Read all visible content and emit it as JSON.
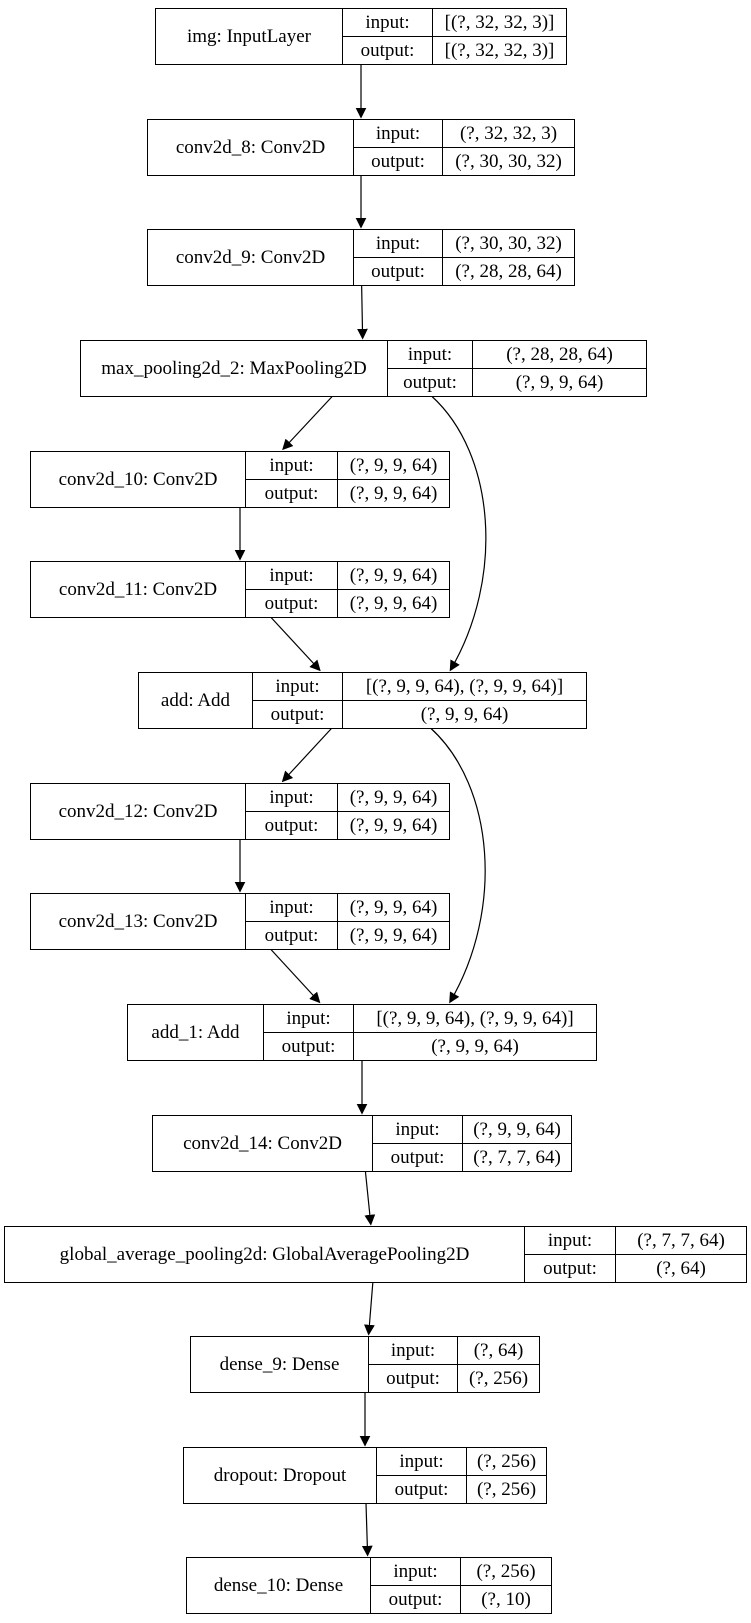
{
  "diagram": {
    "kind": "keras-model-graph",
    "colors": {
      "border": "#000000",
      "background": "#ffffff",
      "text": "#000000",
      "edge": "#000000"
    },
    "row_labels": {
      "input": "input:",
      "output": "output:"
    },
    "nodes": [
      {
        "id": "img",
        "label": "img: InputLayer",
        "input": "[(?, 32, 32, 3)]",
        "output": "[(?, 32, 32, 3)]"
      },
      {
        "id": "conv2d_8",
        "label": "conv2d_8: Conv2D",
        "input": "(?, 32, 32, 3)",
        "output": "(?, 30, 30, 32)"
      },
      {
        "id": "conv2d_9",
        "label": "conv2d_9: Conv2D",
        "input": "(?, 30, 30, 32)",
        "output": "(?, 28, 28, 64)"
      },
      {
        "id": "max_pooling2d_2",
        "label": "max_pooling2d_2: MaxPooling2D",
        "input": "(?, 28, 28, 64)",
        "output": "(?, 9, 9, 64)"
      },
      {
        "id": "conv2d_10",
        "label": "conv2d_10: Conv2D",
        "input": "(?, 9, 9, 64)",
        "output": "(?, 9, 9, 64)"
      },
      {
        "id": "conv2d_11",
        "label": "conv2d_11: Conv2D",
        "input": "(?, 9, 9, 64)",
        "output": "(?, 9, 9, 64)"
      },
      {
        "id": "add",
        "label": "add: Add",
        "input": "[(?, 9, 9, 64), (?, 9, 9, 64)]",
        "output": "(?, 9, 9, 64)"
      },
      {
        "id": "conv2d_12",
        "label": "conv2d_12: Conv2D",
        "input": "(?, 9, 9, 64)",
        "output": "(?, 9, 9, 64)"
      },
      {
        "id": "conv2d_13",
        "label": "conv2d_13: Conv2D",
        "input": "(?, 9, 9, 64)",
        "output": "(?, 9, 9, 64)"
      },
      {
        "id": "add_1",
        "label": "add_1: Add",
        "input": "[(?, 9, 9, 64), (?, 9, 9, 64)]",
        "output": "(?, 9, 9, 64)"
      },
      {
        "id": "conv2d_14",
        "label": "conv2d_14: Conv2D",
        "input": "(?, 9, 9, 64)",
        "output": "(?, 7, 7, 64)"
      },
      {
        "id": "global_average_pooling2d",
        "label": "global_average_pooling2d: GlobalAveragePooling2D",
        "input": "(?, 7, 7, 64)",
        "output": "(?, 64)"
      },
      {
        "id": "dense_9",
        "label": "dense_9: Dense",
        "input": "(?, 64)",
        "output": "(?, 256)"
      },
      {
        "id": "dropout",
        "label": "dropout: Dropout",
        "input": "(?, 256)",
        "output": "(?, 256)"
      },
      {
        "id": "dense_10",
        "label": "dense_10: Dense",
        "input": "(?, 256)",
        "output": "(?, 10)"
      }
    ],
    "edges": [
      {
        "from": "img",
        "to": "conv2d_8"
      },
      {
        "from": "conv2d_8",
        "to": "conv2d_9"
      },
      {
        "from": "conv2d_9",
        "to": "max_pooling2d_2"
      },
      {
        "from": "max_pooling2d_2",
        "to": "conv2d_10"
      },
      {
        "from": "max_pooling2d_2",
        "to": "add",
        "curve": "right"
      },
      {
        "from": "conv2d_10",
        "to": "conv2d_11"
      },
      {
        "from": "conv2d_11",
        "to": "add"
      },
      {
        "from": "add",
        "to": "conv2d_12"
      },
      {
        "from": "add",
        "to": "add_1",
        "curve": "right"
      },
      {
        "from": "conv2d_12",
        "to": "conv2d_13"
      },
      {
        "from": "conv2d_13",
        "to": "add_1"
      },
      {
        "from": "add_1",
        "to": "conv2d_14"
      },
      {
        "from": "conv2d_14",
        "to": "global_average_pooling2d"
      },
      {
        "from": "global_average_pooling2d",
        "to": "dense_9"
      },
      {
        "from": "dense_9",
        "to": "dropout"
      },
      {
        "from": "dropout",
        "to": "dense_10"
      }
    ]
  }
}
